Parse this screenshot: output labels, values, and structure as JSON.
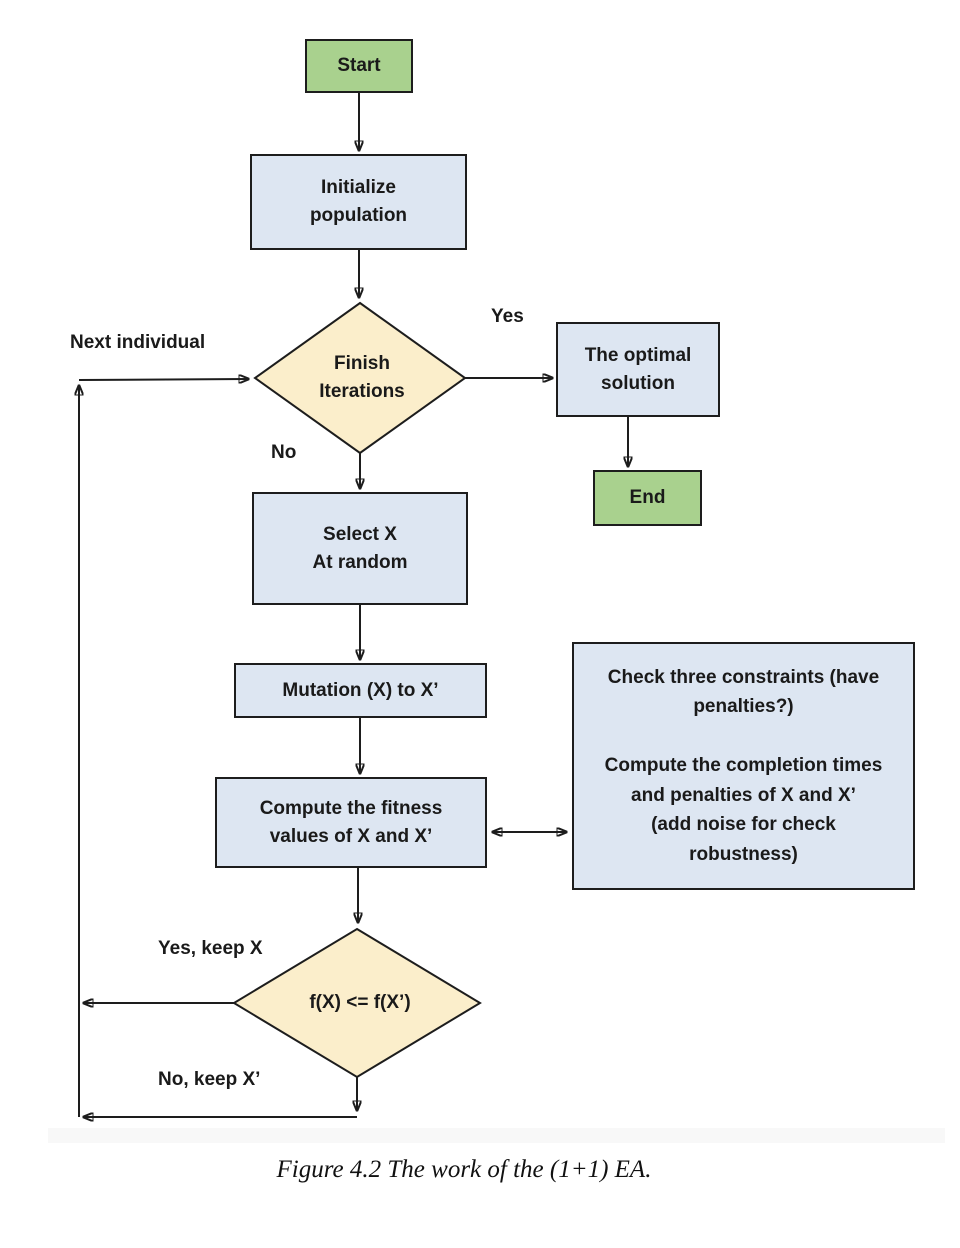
{
  "colors": {
    "terminator-fill": "#a9d18e",
    "process-fill": "#dde6f2",
    "decision-fill": "#fbeecb",
    "stroke": "#1d1d1d",
    "text": "#1a1a1a"
  },
  "nodes": {
    "start": "Start",
    "initialize": "Initialize\npopulation",
    "finish_iterations": "Finish\nIterations",
    "optimal_solution": "The optimal\nsolution",
    "end": "End",
    "select_x": "Select X\nAt random",
    "mutation": "Mutation (X) to X’",
    "compute_fitness": "Compute the fitness\nvalues of X and X’",
    "constraints_note": "Check three constraints (have\npenalties?)\n\nCompute the completion times\nand penalties of X and X’\n(add noise for check\nrobustness)",
    "fitness_decision": "f(X) <= f(X’)"
  },
  "edge_labels": {
    "yes": "Yes",
    "no": "No",
    "next_individual": "Next individual",
    "yes_keep_x": "Yes, keep X",
    "no_keep_x": "No, keep X’"
  },
  "caption": "Figure 4.2 The work of the (1+1) EA."
}
